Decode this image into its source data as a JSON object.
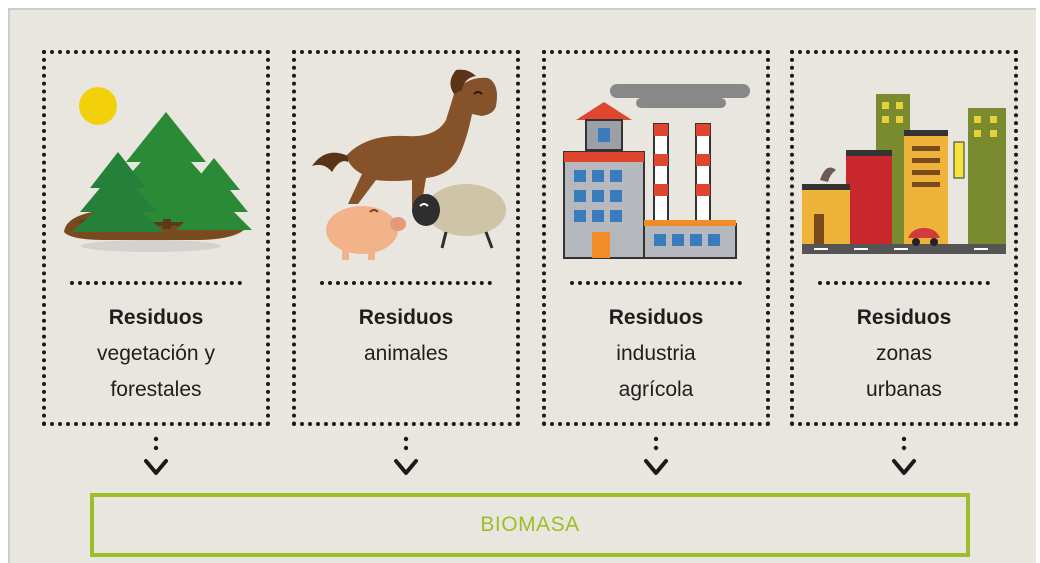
{
  "cards": [
    {
      "title": "Residuos",
      "lines": [
        "vegetación y",
        "forestales"
      ],
      "icon": "forest-icon"
    },
    {
      "title": "Residuos",
      "lines": [
        "animales"
      ],
      "icon": "animals-icon"
    },
    {
      "title": "Residuos",
      "lines": [
        "industria",
        "agrícola"
      ],
      "icon": "factory-icon"
    },
    {
      "title": "Residuos",
      "lines": [
        "zonas",
        "urbanas"
      ],
      "icon": "city-icon"
    }
  ],
  "result": {
    "label": "BIOMASA"
  },
  "colors": {
    "background": "#e8e6de",
    "accent": "#9dbe2a",
    "dots": "#1a1a1a"
  }
}
